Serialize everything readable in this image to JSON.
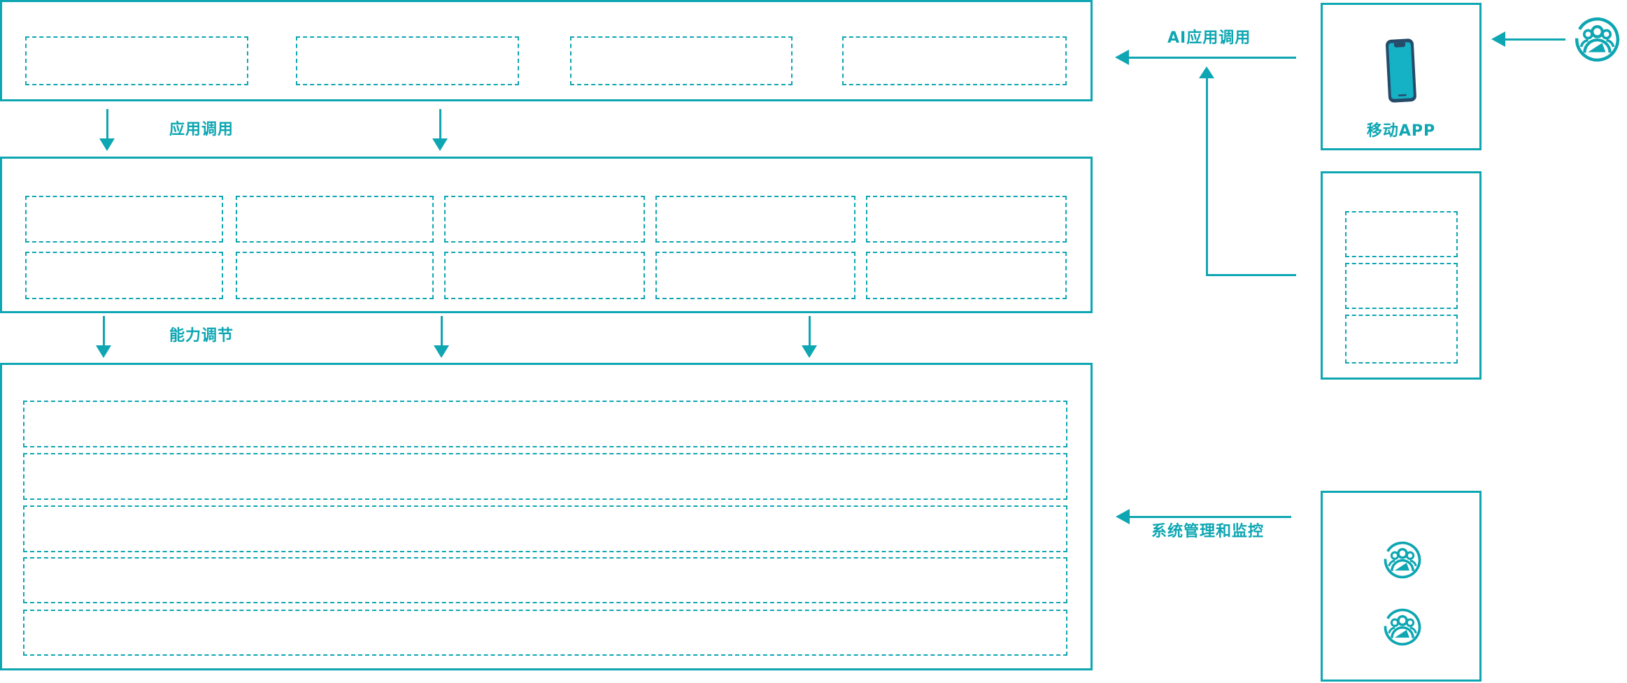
{
  "colors": {
    "accent_teal": "#0DA6B2",
    "phone_body_navy": "#264A69",
    "phone_screen_teal": "#14B2C4",
    "background": "#FFFFFF"
  },
  "connectors": {
    "app_call": {
      "label": "应用调用",
      "direction": "down"
    },
    "capability_adjust": {
      "label": "能力调节",
      "direction": "down"
    },
    "ai_app_call": {
      "label": "AI应用调用",
      "direction": "left"
    },
    "system_management": {
      "label": "系统管理和监控",
      "direction": "left"
    }
  },
  "layers": {
    "top": {
      "placeholder_count": 4
    },
    "middle": {
      "placeholder_rows": 2,
      "placeholder_columns": 5
    },
    "bottom": {
      "placeholder_row_count": 5
    }
  },
  "right_column": {
    "mobile_app": {
      "label": "移动APP",
      "icon": "smartphone-icon"
    },
    "platform": {
      "placeholder_count": 3
    },
    "admin": {
      "icons": [
        "users-icon",
        "users-icon"
      ]
    },
    "end_user": {
      "icon": "users-icon"
    }
  }
}
